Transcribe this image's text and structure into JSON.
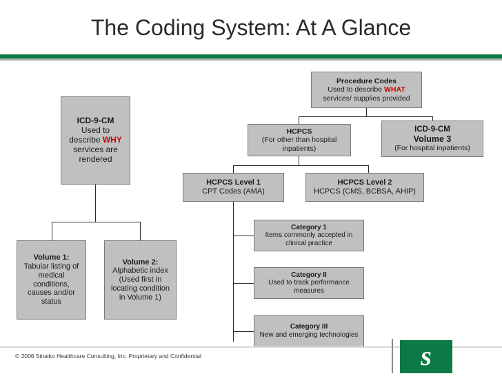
{
  "slide": {
    "title": "The Coding System: At A Glance",
    "copyright": "© 2006 Sinaiko Healthcare Consulting, Inc. Proprietary and Confidential",
    "logo_letter": "s",
    "accent_green": "#0b7a45",
    "box_fill": "#c0c0c0",
    "highlight_color": "#cc0000"
  },
  "boxes": {
    "procedure_codes": {
      "title": "Procedure Codes",
      "line2_pre": "Used to describe ",
      "line2_em": "WHAT",
      "line3": "services/ supplies provided"
    },
    "icd9cm": {
      "title": "ICD-9-CM",
      "line2": "Used to",
      "line3_pre": "describe ",
      "line3_em": "WHY",
      "line4": "services are",
      "line5": "rendered"
    },
    "hcpcs": {
      "title": "HCPCS",
      "line2": "(For other than hospital",
      "line3": "inpatients)"
    },
    "icd9cm_vol3": {
      "title": "ICD-9-CM",
      "subtitle": "Volume 3",
      "line3": "(For hospital inpatients)"
    },
    "hcpcs_level1": {
      "title": "HCPCS Level 1",
      "line2": "CPT Codes (AMA)"
    },
    "hcpcs_level2": {
      "title": "HCPCS Level 2",
      "line2": "HCPCS (CMS, BCBSA, AHIP)"
    },
    "category1": {
      "title": "Category 1",
      "line2": "Items commonly accepted in",
      "line3": "clinical practice"
    },
    "category2": {
      "title": "Category II",
      "line2": "Used to track performance",
      "line3": "measures"
    },
    "category3": {
      "title": "Category III",
      "line2": "New and emerging technologies"
    },
    "volume1": {
      "title": "Volume 1:",
      "line2": "Tabular listing of",
      "line3": "medical",
      "line4": "conditions,",
      "line5": "causes and/or",
      "line6": "status"
    },
    "volume2": {
      "title": "Volume 2:",
      "line2": "Alphabetic index",
      "line3": "(Used first in",
      "line4": "locating condition",
      "line5": "in Volume 1)"
    }
  }
}
